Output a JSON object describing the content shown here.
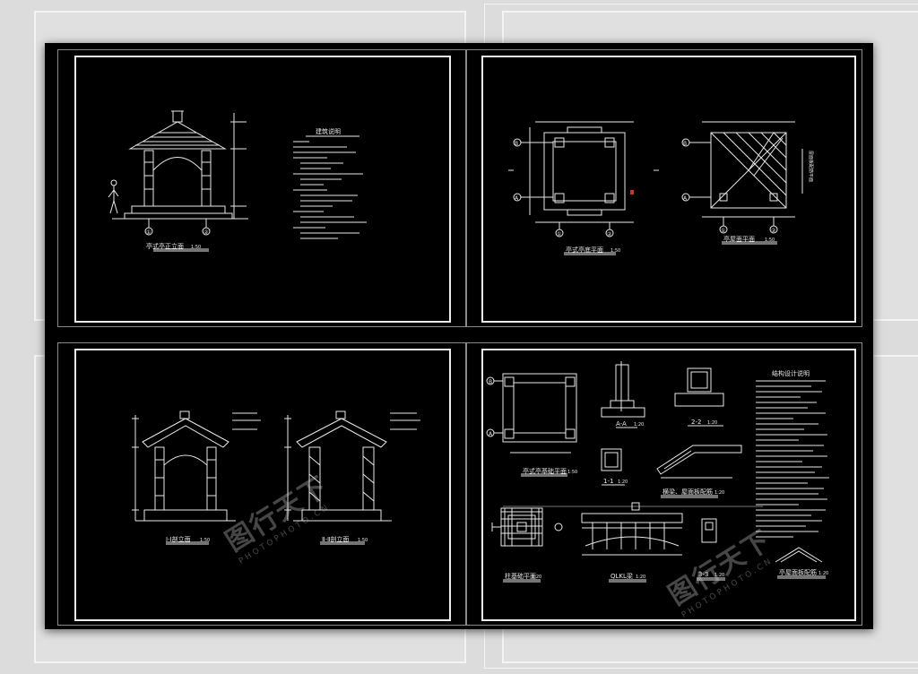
{
  "sheet1": {
    "elevation_title": "亭式亭正立面",
    "elevation_scale": "1:50",
    "notes_title": "建筑说明",
    "axis_labels": [
      "①",
      "②"
    ]
  },
  "sheet2": {
    "plan_title": "亭式亭底平面",
    "plan_scale": "1:50",
    "roof_title": "亭屋面平面",
    "roof_scale": "1:50",
    "axis_rows": [
      "B",
      "A"
    ],
    "axis_cols": [
      "①",
      "②"
    ],
    "side_label": "屋面板配筋平面"
  },
  "sheet3": {
    "section1_title": "Ⅰ-Ⅰ剖立面",
    "section1_scale": "1:50",
    "section2_title": "Ⅱ-Ⅱ剖立面",
    "section2_scale": "1:50"
  },
  "sheet4": {
    "notes_title": "结构设计说明",
    "foundation_title": "亭式亭基础平面",
    "foundation_scale": "1:50",
    "aa_label": "A-A",
    "aa_scale": "1:20",
    "s22_label": "2-2",
    "s22_scale": "1:20",
    "s11_label": "1-1",
    "s11_scale": "1:20",
    "beam_title": "横梁、屋面板配筋",
    "beam_scale": "1:20",
    "footing_title": "柱基础平面",
    "footing_scale": "1:20",
    "qlkl_title": "QLKL梁",
    "qlkl_scale": "1:20",
    "s33_label": "3-3",
    "s33_scale": "1:20",
    "roof_detail_title": "亭屋面板配筋",
    "roof_detail_scale": "1:20",
    "axis_rows": [
      "B",
      "A"
    ]
  },
  "watermark": {
    "logo": "图行天下",
    "sub": "PHOTOPHOTO.CN"
  },
  "colors": {
    "backdrop": "#000000",
    "line": "#e8e8e8",
    "page": "#dcdcdc"
  }
}
